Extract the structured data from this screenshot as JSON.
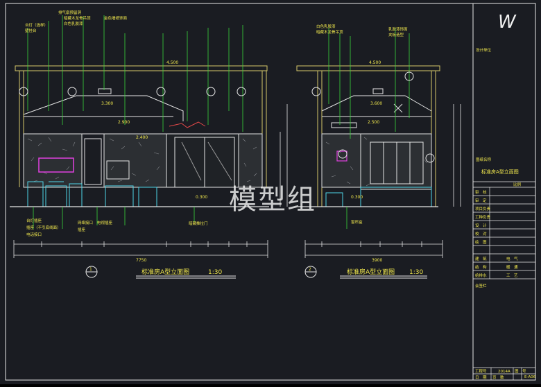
{
  "watermark": "模型组",
  "titles": {
    "left": "标准房A型立面图",
    "left_scale": "1:30",
    "left_marker": "1",
    "right": "标准房A型立面图",
    "right_scale": "1:30",
    "right_marker": "2"
  },
  "dimensions": {
    "left_top": "4.500",
    "right_top": "4.500",
    "left_ceiling": "3.300",
    "left_mid": "2.900",
    "right_ceiling": "3.600",
    "right_mid": "2.500",
    "left_door": "2.400",
    "left_floor": "0.300",
    "right_floor": "0.300",
    "left_bottom_total": "7750",
    "right_bottom_total": "3900"
  },
  "left_notes_top": [
    "排气扇预留洞",
    "暗藏木龙骨吊顶",
    "白色乳胶漆",
    "金色墙纸饰面",
    "台灯（选样）",
    "壁挂台"
  ],
  "left_notes_bottom": [
    "台灯插座",
    "插座（不引底线面）",
    "电话接口"
  ],
  "left_notes_bottom2": [
    "网络接口",
    "电视插座",
    "插座"
  ],
  "left_note_door": "暗藏推拉门",
  "right_notes_top": [
    "白色乳胶漆",
    "暗藏木龙骨吊顶",
    "乳胶漆饰面",
    "夹板造型"
  ],
  "right_notes_bottom": [
    "窗帘盒"
  ],
  "title_block": {
    "logo": "W",
    "company_small": "设计单位",
    "project_label": "图纸名称",
    "drawing_name": "标准房A型立面图",
    "remark_label": "比例",
    "rows": [
      {
        "label": "审　核",
        "value": ""
      },
      {
        "label": "审　定",
        "value": ""
      },
      {
        "label": "项目负责",
        "value": ""
      },
      {
        "label": "工种负责",
        "value": ""
      },
      {
        "label": "设　计",
        "value": ""
      },
      {
        "label": "校　对",
        "value": ""
      },
      {
        "label": "绘　图",
        "value": ""
      }
    ],
    "spec_rows": [
      {
        "a": "建　筑",
        "b": "电　气"
      },
      {
        "a": "结　构",
        "b": "暖　通"
      },
      {
        "a": "给排水",
        "b": "工　艺"
      }
    ],
    "stamp_label": "会签栏",
    "bottom": [
      {
        "label": "工程号",
        "value": "2014A",
        "label2": "图　号",
        "value2": "E-A06"
      },
      {
        "label": "日　期",
        "value": "",
        "label2": "页　数",
        "value2": ""
      }
    ]
  }
}
